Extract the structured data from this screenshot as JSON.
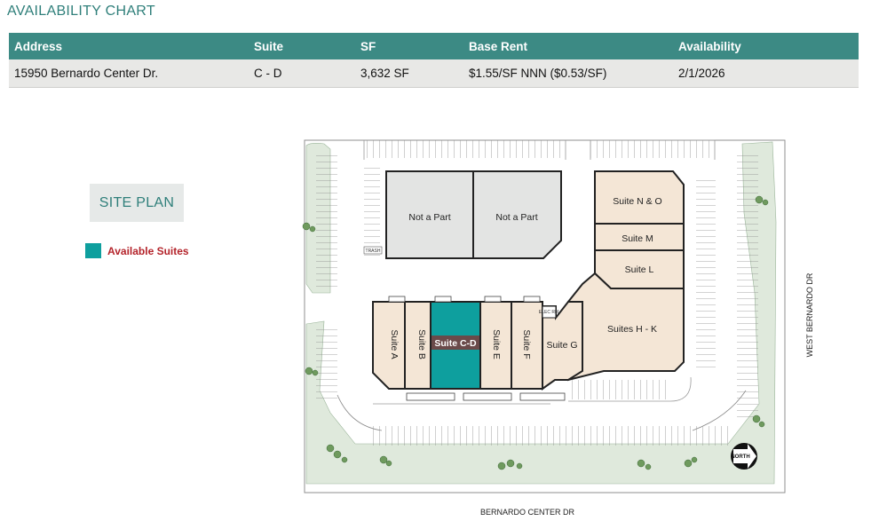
{
  "header": {
    "title": "AVAILABILITY CHART"
  },
  "table": {
    "columns": [
      "Address",
      "Suite",
      "SF",
      "Base Rent",
      "Availability"
    ],
    "rows": [
      [
        "15950 Bernardo Center Dr.",
        "C - D",
        "3,632 SF",
        "$1.55/SF NNN ($0.53/SF)",
        "2/1/2026"
      ]
    ]
  },
  "site_plan": {
    "title": "SITE PLAN",
    "legend_label": "Available Suites",
    "colors": {
      "available": "#0e9f9e",
      "suite_fill": "#f4e6d6",
      "not_part_fill": "#e3e4e3",
      "landscape": "#dfe9dc",
      "legend_text": "#b4242b"
    },
    "buildings": {
      "npp1": "Not a Part",
      "npp2": "Not a Part",
      "suite_no": "Suite N & O",
      "suite_m": "Suite M",
      "suite_l": "Suite L",
      "suite_hk": "Suites H - K",
      "suite_g": "Suite G",
      "suite_f": "Suite F",
      "suite_e": "Suite E",
      "suite_cd": "Suite C-D",
      "suite_b": "Suite B",
      "suite_a": "Suite A",
      "elec": "ELEC RM",
      "trash": "TRASH"
    },
    "north_label": "NORTH",
    "roads": {
      "bottom": "BERNARDO CENTER DR",
      "right": "WEST BERNARDO DR"
    }
  }
}
